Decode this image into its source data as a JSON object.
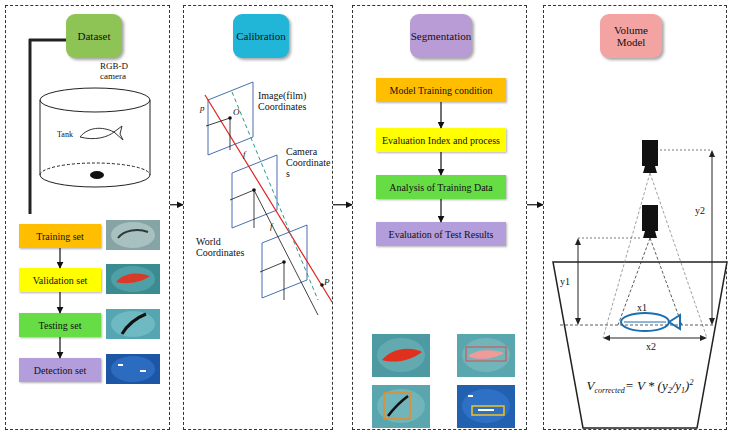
{
  "diagram": {
    "nodes": [
      {
        "text": [
          "Dataset"
        ]
      },
      {
        "text": [
          "Training set"
        ],
        "in": 0
      },
      {
        "text": [
          "Validation set"
        ],
        "in": 0
      },
      {
        "text": [
          "Testing set"
        ],
        "in": 0
      },
      {
        "text": [
          "Detection set"
        ],
        "in": 0
      },
      {
        "text": [
          "Calibration"
        ]
      },
      {
        "text": [
          "Segmentation"
        ]
      },
      {
        "text": [
          "Model Training condition"
        ],
        "in": 6
      },
      {
        "text": [
          "Evaluation Index and process"
        ],
        "in": 6
      },
      {
        "text": [
          "Analysis of Training Data"
        ],
        "in": 6
      },
      {
        "text": [
          "Evaluation of Test Results"
        ],
        "in": 6
      },
      {
        "text": [
          "Volume Model"
        ]
      }
    ],
    "edges": [
      {
        "from": 1,
        "to": 2,
        "arrow": "to"
      },
      {
        "from": 2,
        "to": 3,
        "arrow": "to"
      },
      {
        "from": 3,
        "to": 4,
        "arrow": "to"
      },
      {
        "from": 0,
        "to": 5,
        "arrow": "to"
      },
      {
        "from": 5,
        "to": 6,
        "arrow": "to"
      },
      {
        "from": 6,
        "to": 11,
        "arrow": "to"
      },
      {
        "from": 7,
        "to": 8,
        "arrow": "to"
      },
      {
        "from": 8,
        "to": 9,
        "arrow": "to"
      },
      {
        "from": 9,
        "to": 10,
        "arrow": "to"
      }
    ],
    "labels": [
      "RGB-D camera",
      "Tank",
      "Image(film) Coordinates",
      "Camera Coordinate s",
      "World Coordinates",
      "p",
      "O",
      "f",
      "f",
      "P",
      "y1",
      "y2",
      "x1",
      "x2",
      "V",
      "corrected",
      "= V * (y",
      "2",
      "/y",
      "1",
      ")",
      "2"
    ]
  }
}
